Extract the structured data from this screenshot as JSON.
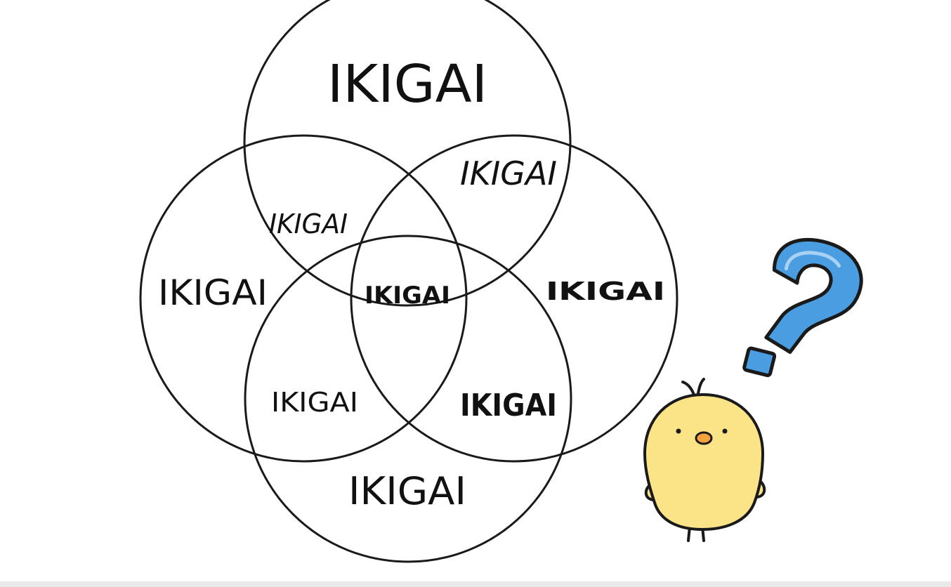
{
  "diagram": {
    "labels": {
      "top": "IKIGAI",
      "upper_right": "IKIGAI",
      "upper_left": "IKIGAI",
      "left": "IKIGAI",
      "center": "IKIGAI",
      "right": "IKIGAI",
      "lower_left": "IKIGAI",
      "lower_right": "IKIGAI",
      "bottom": "IKIGAI"
    },
    "colors": {
      "stroke": "#1a1a1a",
      "question_mark": "#4a9de0",
      "question_mark_highlight": "#a8d2f5",
      "chick_body": "#fbe488",
      "chick_beak": "#f5a23c",
      "bottom_bar": "#e9e9ea"
    },
    "icons": [
      "question-mark-icon",
      "chick-icon"
    ]
  }
}
